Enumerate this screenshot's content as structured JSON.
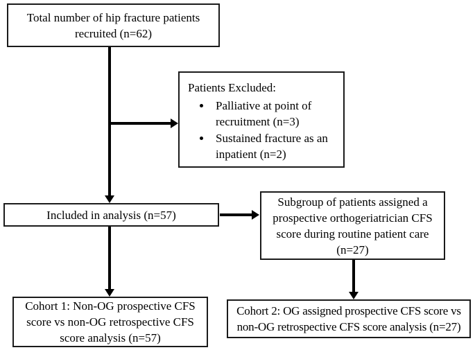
{
  "boxes": {
    "total": {
      "text": "Total number of hip fracture patients recruited (n=62)"
    },
    "excluded": {
      "heading": "Patients Excluded:",
      "bullets": [
        "Palliative at point of recruitment (n=3)",
        "Sustained fracture as an inpatient (n=2)"
      ]
    },
    "included": {
      "text": "Included in analysis (n=57)"
    },
    "subgroup": {
      "text": "Subgroup of patients assigned a prospective orthogeriatrician CFS score during routine patient care (n=27)"
    },
    "cohort1": {
      "text": "Cohort 1: Non-OG prospective CFS score vs non-OG retrospective CFS score analysis (n=57)"
    },
    "cohort2": {
      "text": "Cohort 2: OG assigned prospective CFS score vs non-OG retrospective CFS score analysis (n=27)"
    }
  },
  "colors": {
    "background": "#ffffff",
    "box_border": "#1a1a1a",
    "text": "#000000",
    "arrow": "#000000"
  }
}
